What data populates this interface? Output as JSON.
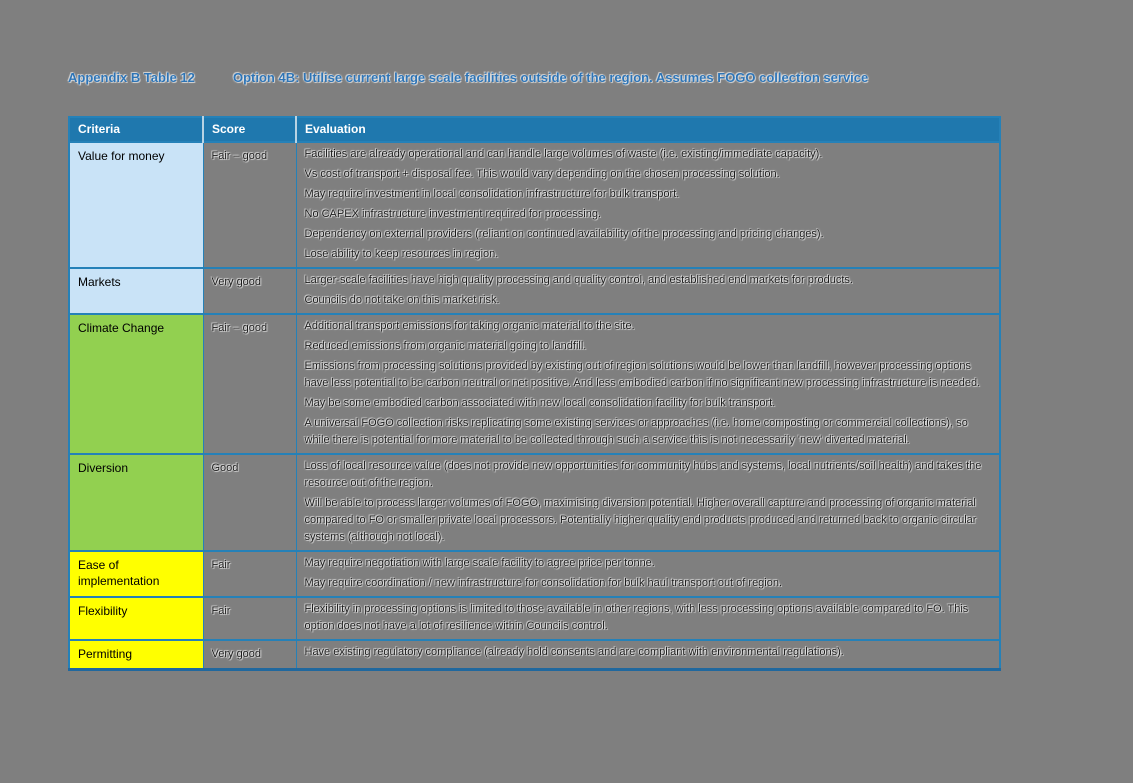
{
  "page": {
    "background_color": "#7f7f7f"
  },
  "caption": {
    "label": "Appendix B Table 12",
    "text": "Option 4B: Utilise current large scale facilities outside of the region. Assumes FOGO collection service",
    "color": "#2e74b5"
  },
  "table": {
    "header_background": "#1f78ae",
    "border_color": "#2581b8",
    "headers": [
      "Criteria",
      "Score",
      "Evaluation"
    ],
    "row_colors": {
      "blue": "#c9e3f7",
      "green": "#92d050",
      "yellow": "#ffff00"
    },
    "rows": [
      {
        "criteria": "Value for money",
        "score": "Fair – good",
        "color": "#c9e3f7",
        "evaluation": [
          "Facilities are already operational and can handle large volumes of waste (i.e. existing/immediate capacity).",
          "Vs cost of transport + disposal fee. This would vary depending on the chosen processing solution.",
          "May require investment in local consolidation infrastructure for bulk transport.",
          "No CAPEX infrastructure investment required for processing.",
          "Dependency on external providers (reliant on continued availability of the processing and pricing changes).",
          "Lose ability to keep resources in region."
        ]
      },
      {
        "criteria": "Markets",
        "score": "Very good",
        "color": "#c9e3f7",
        "evaluation": [
          "Larger-scale facilities have high quality processing and quality control, and established end markets for products.",
          "Councils do not take on this market risk."
        ]
      },
      {
        "criteria": "Climate Change",
        "score": "Fair – good",
        "color": "#92d050",
        "evaluation": [
          "Additional transport emissions for taking organic material to the site.",
          "Reduced emissions from organic material going to landfill.",
          "Emissions from processing solutions provided by existing out of region solutions would be lower than landfill, however processing options have less potential to be carbon neutral or net positive. And less embodied carbon if no significant new processing infrastructure is needed.",
          "May be some embodied carbon associated with new local consolidation facility for bulk transport.",
          "A universal FOGO collection risks replicating some existing services or approaches (i.e. home composting or commercial collections), so while there is potential for more material to be collected through such a service this is not necessarily 'new' diverted material."
        ]
      },
      {
        "criteria": "Diversion",
        "score": "Good",
        "color": "#92d050",
        "evaluation": [
          "Loss of local resource value (does not provide new opportunities for community hubs and systems, local nutrients/soil health) and takes the resource out of the region.",
          "Will be able to process larger volumes of FOGO, maximising diversion potential. Higher overall capture and processing of organic material compared to FO or smaller private local processors. Potentially higher quality end products produced and returned back to organic circular systems (although not local)."
        ]
      },
      {
        "criteria": "Ease of implementation",
        "score": "Fair",
        "color": "#ffff00",
        "evaluation": [
          "May require negotiation with large scale facility to agree price per tonne.",
          "May require coordination / new infrastructure for consolidation for bulk haul transport out of region."
        ]
      },
      {
        "criteria": "Flexibility",
        "score": "Fair",
        "color": "#ffff00",
        "evaluation": [
          "Flexibility in processing options is limited to those available in other regions, with less processing options available compared to FO. This option does not have a lot of resilience within Councils control."
        ]
      },
      {
        "criteria": "Permitting",
        "score": "Very good",
        "color": "#ffff00",
        "evaluation": [
          "Have existing regulatory compliance (already hold consents and are compliant with environmental regulations)."
        ]
      }
    ]
  }
}
